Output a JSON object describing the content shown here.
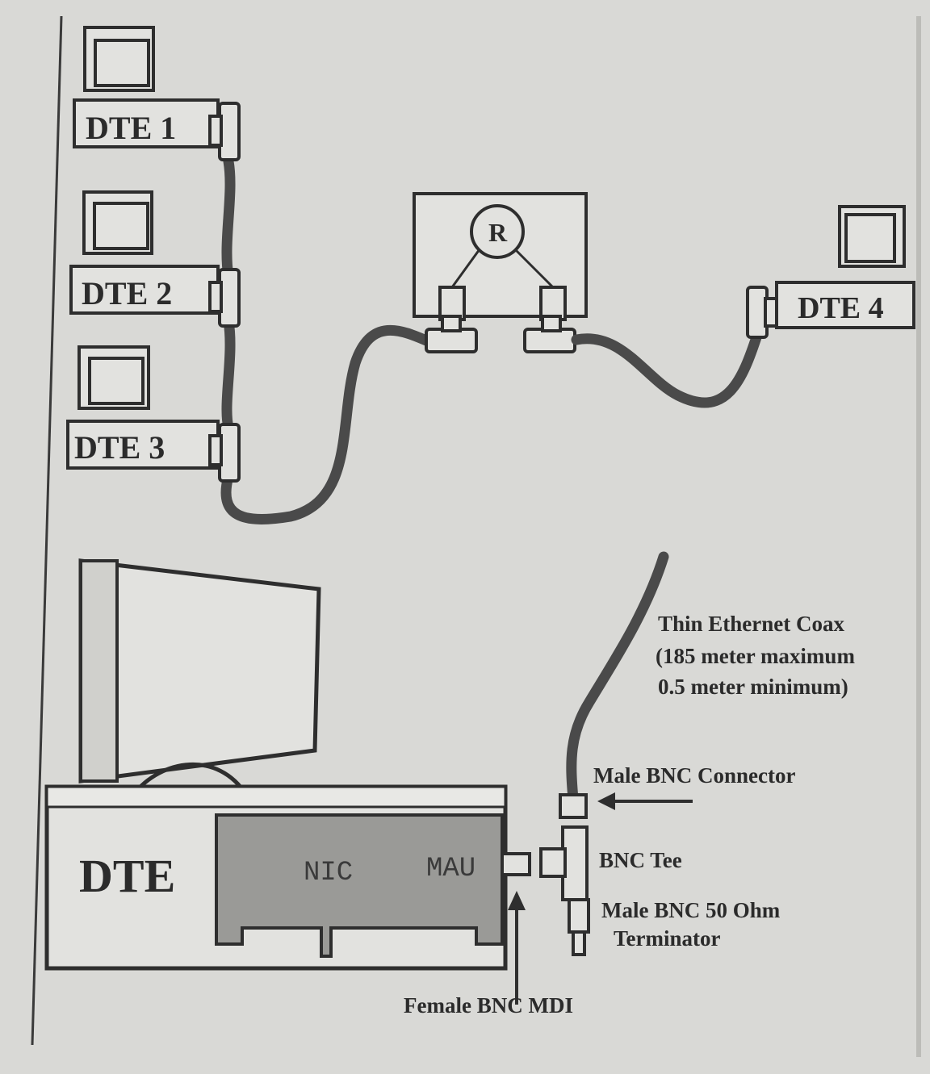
{
  "top": {
    "stations": [
      "DTE 1",
      "DTE 2",
      "DTE 3",
      "DTE 4"
    ],
    "router": "R"
  },
  "bottom": {
    "computer_label": "DTE",
    "nic_label": "NIC",
    "mau_label": "MAU",
    "cable_label": [
      "Thin Ethernet Coax",
      "(185 meter maximum",
      "0.5 meter minimum)"
    ],
    "male_connector_label": "Male BNC Connector",
    "tee_label": "BNC Tee",
    "terminator_label": [
      "Male BNC 50 Ohm",
      "Terminator"
    ],
    "mdi_label": "Female BNC MDI"
  }
}
